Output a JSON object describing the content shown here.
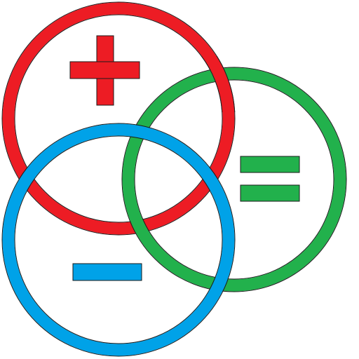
{
  "figure": {
    "background": "#ffffff",
    "outline_color": "#1a1a1a",
    "circles": [
      {
        "name": "red-ring",
        "color": "#ED1C24",
        "symbol": "plus"
      },
      {
        "name": "blue-ring",
        "color": "#00A2E8",
        "symbol": "minus"
      },
      {
        "name": "green-ring",
        "color": "#22B14C",
        "symbol": "equals"
      }
    ],
    "overlap_order": [
      "red-ring",
      "green-ring",
      "blue-ring"
    ],
    "symbols": {
      "plus": {
        "color": "#ED1C24",
        "glyph": "+"
      },
      "minus": {
        "color": "#00A2E8",
        "glyph": "−"
      },
      "equals": {
        "color": "#22B14C",
        "glyph": "="
      }
    }
  }
}
